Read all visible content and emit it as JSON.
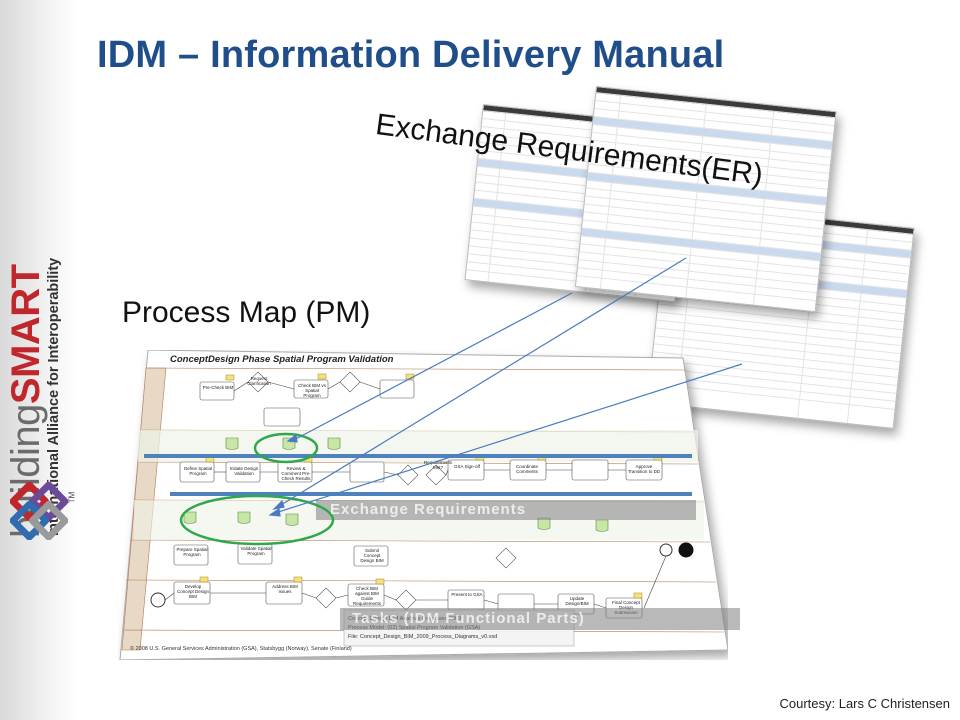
{
  "slide": {
    "title": "IDM – Information Delivery Manual",
    "er_label": "Exchange Requirements(ER)",
    "pm_label": "Process Map (PM)",
    "courtesy": "Courtesy: Lars C Christensen"
  },
  "logo": {
    "brand_part1": "building",
    "brand_part2": "SMART",
    "tagline": "International Alliance for Interoperability",
    "trademark": "TM"
  },
  "process_map": {
    "title": "ConceptDesign Phase Spatial Program Validation",
    "footer": "© 2008 U.S. General Services Administration (GSA), Statsbygg (Norway), Senate (Finland)",
    "info_lines": [
      "Concept Design BIM Analysis Processes 2009",
      "Process Model: (02) Spatial Program Validation (GSA)",
      "File: Concept_Design_BIM_2009_Process_Diagrams_v0.vsd"
    ],
    "task_labels": [
      "Pre-Check BIM",
      "Request Clarification",
      "Check BIM vs Spatial Program",
      "Define Spatial Program",
      "Initiate Design Validation",
      "Review & Comment Pre-Check Results",
      "Requirements Met?",
      "GSA Sign-off",
      "Coordinate Comments",
      "Approve Transition to DD",
      "Prepare Spatial Program",
      "Validate Spatial Program",
      "Submit Concept Design BIM",
      "Develop Concept Design BIM",
      "Address BIM Issues",
      "Check BIM against BIM Guide Requirements",
      "Present to GSA",
      "Update Design/BIM",
      "Final Concept Design Submission"
    ],
    "overlay_text_1": "Exchange Requirements",
    "overlay_text_2": "Tasks (IDM Functional Parts)"
  },
  "colors": {
    "title": "#1f4e8a",
    "brand_red": "#c0272d",
    "arrow": "#4a7bc0",
    "ellipse": "#2ea84a",
    "lane_bar": "#4f81bd"
  }
}
